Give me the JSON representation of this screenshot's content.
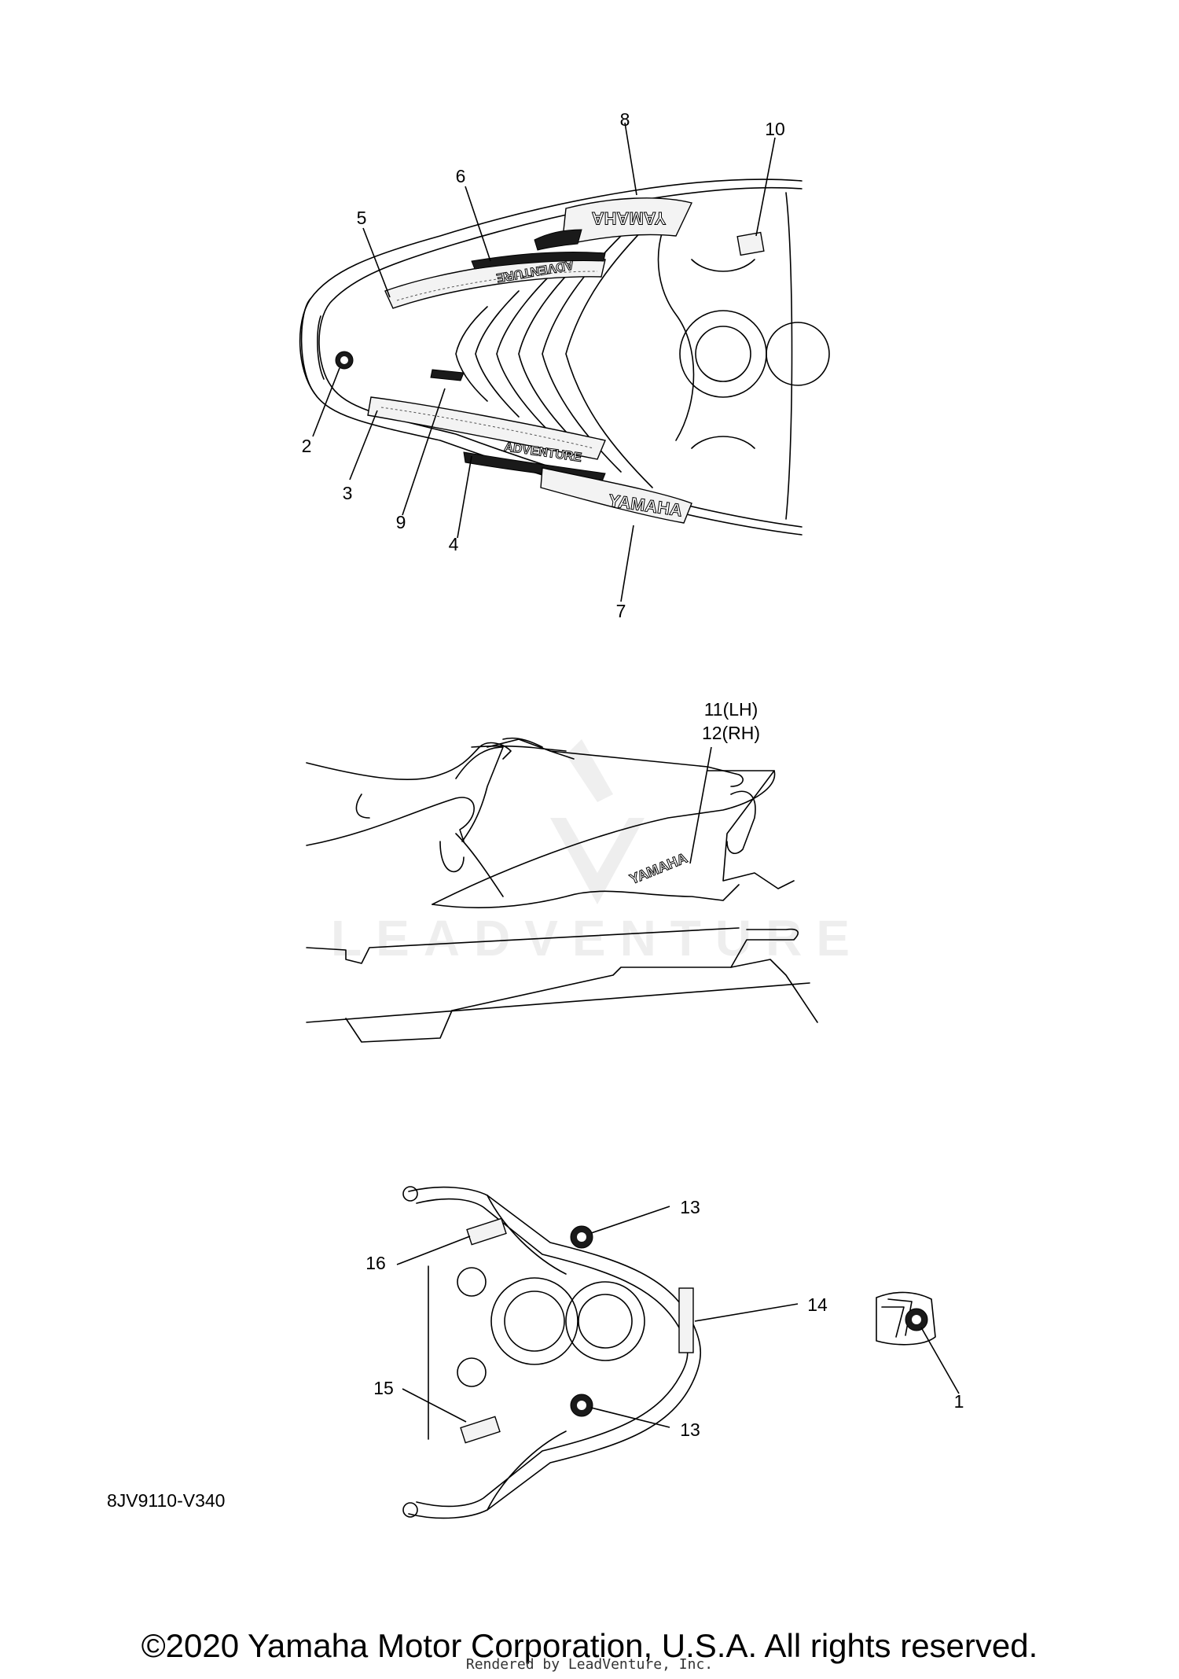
{
  "diagram": {
    "drawing_code": "8JV9110-V340",
    "callouts": {
      "c1": "1",
      "c2": "2",
      "c3": "3",
      "c4": "4",
      "c5": "5",
      "c6": "6",
      "c7": "7",
      "c8": "8",
      "c9": "9",
      "c10": "10",
      "c11": "11(LH)",
      "c12": "12(RH)",
      "c13a": "13",
      "c13b": "13",
      "c14": "14",
      "c15": "15",
      "c16": "16"
    },
    "decal_text": {
      "yamaha_top": "YAMAHA",
      "yamaha_bottom": "YAMAHA",
      "yamaha_side": "YAMAHA",
      "adventure_upper": "ADVENTURE",
      "adventure_lower": "ADVENTURE"
    },
    "watermark": "LEADVENTURE"
  },
  "footer": {
    "copyright": "©2020 Yamaha Motor Corporation, U.S.A. All rights reserved.",
    "rendered_by": "Rendered by LeadVenture, Inc."
  }
}
